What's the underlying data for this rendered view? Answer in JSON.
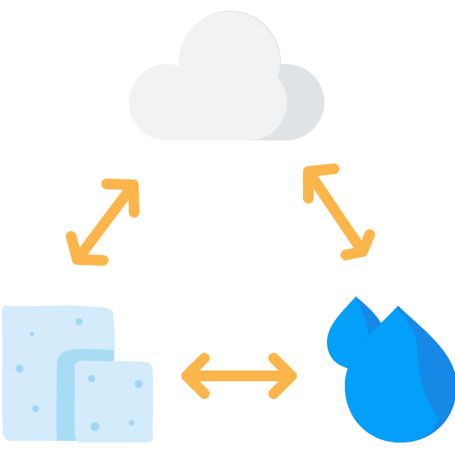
{
  "diagram": {
    "nodes": [
      {
        "icon": "cloud-icon",
        "state": "vapor"
      },
      {
        "icon": "ice-cubes-icon",
        "state": "solid"
      },
      {
        "icon": "water-drops-icon",
        "state": "liquid"
      }
    ],
    "connectors": [
      {
        "icon": "double-arrow-icon",
        "between": [
          "ice-cubes-icon",
          "cloud-icon"
        ]
      },
      {
        "icon": "double-arrow-icon",
        "between": [
          "cloud-icon",
          "water-drops-icon"
        ]
      },
      {
        "icon": "double-arrow-icon",
        "between": [
          "ice-cubes-icon",
          "water-drops-icon"
        ]
      }
    ],
    "colors": {
      "cloud_light": "#f1f2f3",
      "cloud_shade": "#e0e3e6",
      "ice_light": "#d3ebfb",
      "ice_shade": "#a8dcf5",
      "ice_dots": "#9fd6f3",
      "drop_light": "#049ff8",
      "drop_shade": "#1688e6",
      "arrow": "#fcb54a"
    }
  }
}
